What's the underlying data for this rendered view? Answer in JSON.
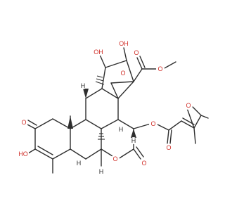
{
  "image_title": "",
  "colors": {
    "bond": "#2e2e2e",
    "oxygen": "#d0302a",
    "background": "#ffffff"
  },
  "labels": {
    "o_ketone": "O",
    "o_enol_h": "HO",
    "o_oh_top": "OH",
    "o_oh_upper": "OH",
    "o_bridge_ether": "O",
    "o_ester_carbonyl": "O",
    "o_ester_single": "O",
    "h_9": "H",
    "h_4a": "H",
    "o_lactone_ring": "O",
    "o_lactone_carbonyl": "O",
    "o_acyl_ester": "O",
    "o_acyl_carbonyl": "O",
    "h_lactone": "H",
    "h_acyl": "H",
    "o_epoxide": "O",
    "h_c7": "H"
  }
}
